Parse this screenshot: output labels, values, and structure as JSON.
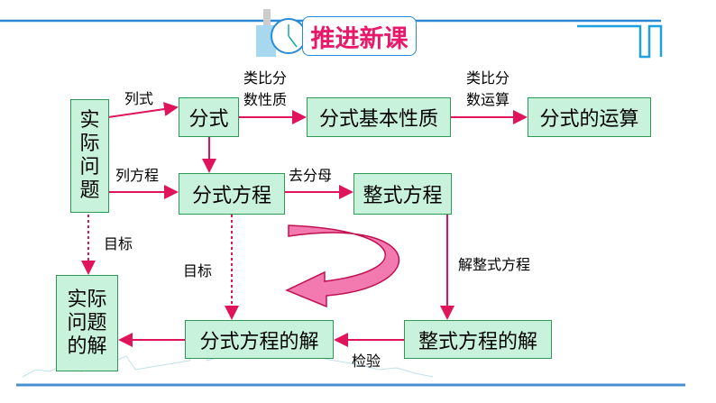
{
  "header": {
    "title": "推进新课",
    "clock-icon": "clock-icon"
  },
  "colors": {
    "arrow": "#e0145a",
    "box_fill": "#c8f2dc",
    "box_border": "#2f9a58",
    "accent": "#2a8ad6",
    "title": "#e8186a"
  },
  "boxes": {
    "real_problem": [
      "实际",
      "问题"
    ],
    "fraction_expr": "分式",
    "basic_property": "分式基本性质",
    "fraction_ops": "分式的运算",
    "fraction_eq": "分式方程",
    "integral_eq": "整式方程",
    "real_solution": [
      "实际",
      "问题",
      "的解"
    ],
    "fraction_eq_solution": "分式方程的解",
    "integral_eq_solution": "整式方程的解"
  },
  "labels": {
    "lieshi": "列式",
    "analogy_property": [
      "类比分",
      "数性质"
    ],
    "analogy_ops": [
      "类比分",
      "数运算"
    ],
    "lie_fangcheng": "列方程",
    "qu_fenmu": "去分母",
    "goal_left": "目标",
    "goal_mid": "目标",
    "solve_integral": "解整式方程",
    "check": "检验"
  }
}
